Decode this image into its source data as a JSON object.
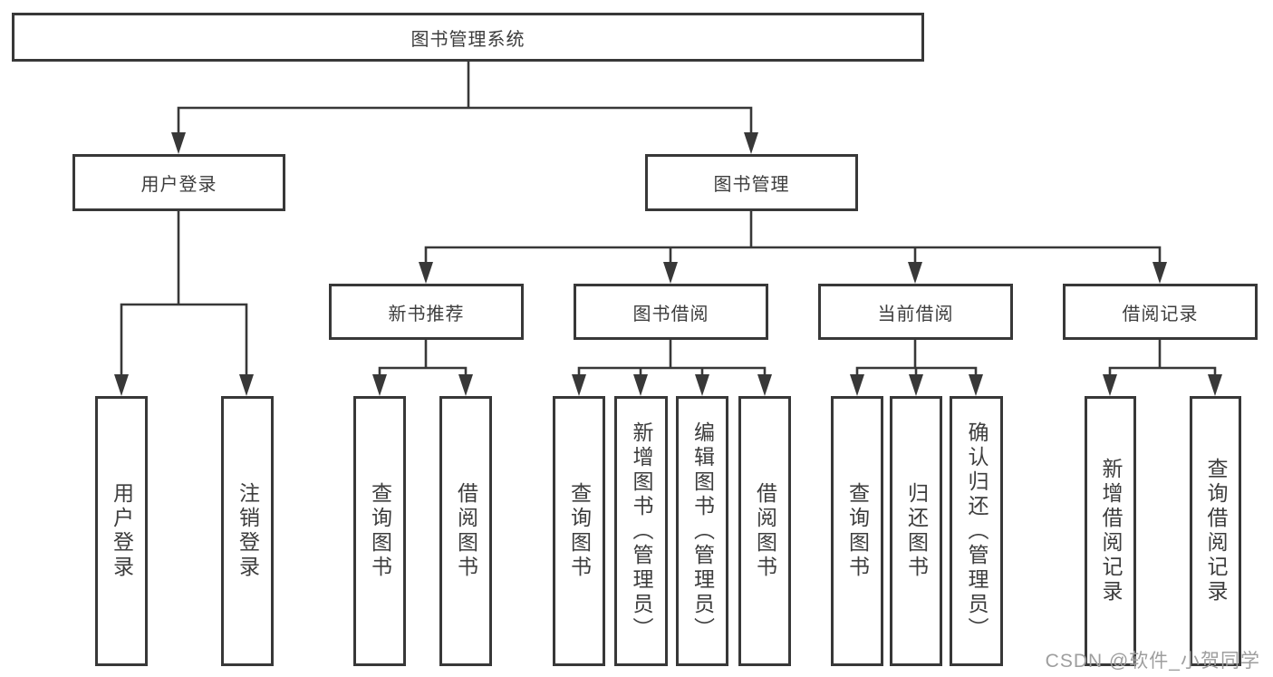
{
  "tree": {
    "root": "图书管理系统",
    "branches": [
      {
        "label": "用户登录",
        "children": [
          "用户登录",
          "注销登录"
        ]
      },
      {
        "label": "图书管理",
        "children": [
          {
            "label": "新书推荐",
            "children": [
              "查询图书",
              "借阅图书"
            ]
          },
          {
            "label": "图书借阅",
            "children": [
              "查询图书",
              "新增图书（管理员）",
              "编辑图书（管理员）",
              "借阅图书"
            ]
          },
          {
            "label": "当前借阅",
            "children": [
              "查询图书",
              "归还图书",
              "确认归还（管理员）"
            ]
          },
          {
            "label": "借阅记录",
            "children": [
              "新增借阅记录",
              "查询借阅记录"
            ]
          }
        ]
      }
    ]
  },
  "colors": {
    "line": "#383838",
    "text": "#3d3d3d",
    "watermark": "#9e9e9e"
  },
  "watermark": {
    "text": "CSDN @软件_小贺同学"
  }
}
